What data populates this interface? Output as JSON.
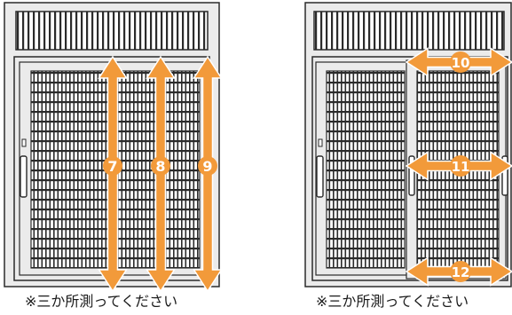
{
  "left_diagram": {
    "description": "Single glass sliding door with transom, three vertical measurement arrows",
    "markers": [
      {
        "label": "7"
      },
      {
        "label": "8"
      },
      {
        "label": "9"
      }
    ],
    "caption": "※三か所測ってください"
  },
  "right_diagram": {
    "description": "Double sliding door with transom, three horizontal measurement arrows",
    "markers": [
      {
        "label": "10"
      },
      {
        "label": "11"
      },
      {
        "label": "12"
      }
    ],
    "caption": "※三か所測ってください"
  },
  "colors": {
    "arrow": "#f29a3a",
    "frame_fill": "#ebebeb",
    "stroke": "#2b2b2b",
    "screen_fill": "#ffffff",
    "marker_text": "#ffffff"
  }
}
